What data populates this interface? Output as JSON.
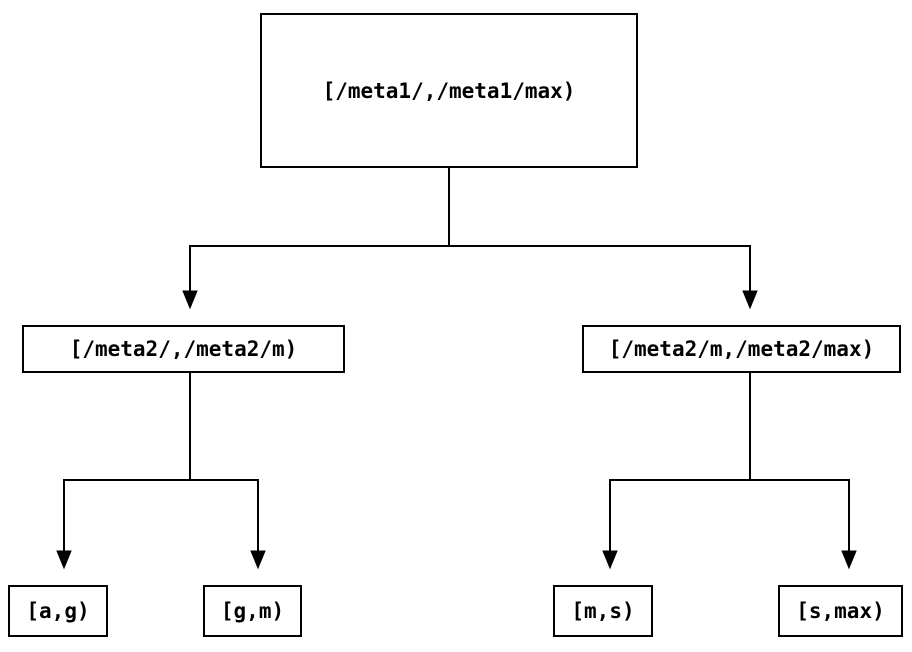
{
  "colors": {
    "background": "#ffffff",
    "line-color": "#000000",
    "text-color": "#000000"
  },
  "diagram": {
    "type": "binary-tree",
    "nodes": {
      "root": {
        "label": "[/meta1/,/meta1/max)"
      },
      "mid_left": {
        "label": "[/meta2/,/meta2/m)"
      },
      "mid_right": {
        "label": "[/meta2/m,/meta2/max)"
      },
      "leaf_ag": {
        "label": "[a,g)"
      },
      "leaf_gm": {
        "label": "[g,m)"
      },
      "leaf_ms": {
        "label": "[m,s)"
      },
      "leaf_smax": {
        "label": "[s,max)"
      }
    },
    "edges": [
      {
        "from": "root",
        "to": "mid_left"
      },
      {
        "from": "root",
        "to": "mid_right"
      },
      {
        "from": "mid_left",
        "to": "leaf_ag"
      },
      {
        "from": "mid_left",
        "to": "leaf_gm"
      },
      {
        "from": "mid_right",
        "to": "leaf_ms"
      },
      {
        "from": "mid_right",
        "to": "leaf_smax"
      }
    ]
  }
}
